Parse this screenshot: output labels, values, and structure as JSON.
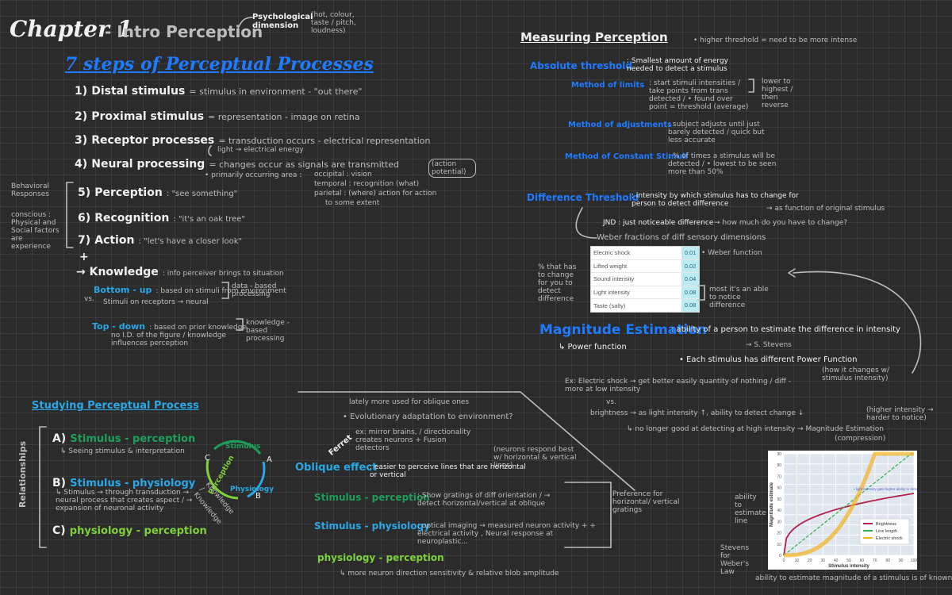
{
  "header": {
    "chapter": "Chapter 1",
    "dash_title": "- Intro Perception",
    "psych_note": "Psychological dimension",
    "psych_note2": "(hot, colour, taste / pitch, loudness)"
  },
  "seven_steps": {
    "title": "7 steps of Perceptual Processes",
    "steps": [
      {
        "num": "1)",
        "label": "Distal stimulus",
        "desc": "= stimulus in environment - \"out there\""
      },
      {
        "num": "2)",
        "label": "Proximal stimulus",
        "desc": "= representation - image on retina"
      },
      {
        "num": "3)",
        "label": "Receptor processes",
        "desc": "= transduction occurs - electrical representation"
      },
      {
        "num": "4)",
        "label": "Neural processing",
        "desc": "= changes occur as signals are transmitted"
      },
      {
        "num": "5)",
        "label": "Perception",
        "desc": ": \"see something\""
      },
      {
        "num": "6)",
        "label": "Recognition",
        "desc": ": \"it's an oak tree\""
      },
      {
        "num": "7)",
        "label": "Action",
        "desc": ": \"let's have a closer look\""
      }
    ],
    "receptor_note": "light → electrical energy",
    "neural_note": "• primarily occurring area :",
    "action_note": "(action potential)",
    "brain_notes": [
      "occipital : vision",
      "temporal : recognition (what)",
      "parietal : (where) action for action",
      "to some extent"
    ],
    "side_notes": [
      "Behavioral Responses",
      "conscious : Physical and Social factors are experience"
    ]
  },
  "knowledge": {
    "plus": "+",
    "label": "→ Knowledge",
    "desc": ": info perceiver brings to situation",
    "bottom_up": "Bottom - up",
    "bottom_up_desc": ": based on stimuli from environment",
    "bottom_up_note": "data - based processing",
    "bottom_up_sub": "Stimuli on receptors → neural",
    "top_down": "Top - down",
    "top_down_desc": ": based on prior knowledge",
    "top_down_note": "knowledge - based processing",
    "top_down_sub": "no I.D. of the figure / knowledge influences perception",
    "vs": "vs."
  },
  "measuring": {
    "title": "Measuring Perception",
    "top_note": "• higher threshold = need to be more intense",
    "absolute": "Absolute threshold",
    "absolute_desc": ": Smallest amount of energy needed to detect a stimulus",
    "limits": "Method of limits",
    "limits_desc": ": start stimuli intensities / take points from trans detected / • found over point = threshold (average)",
    "limits_note": "lower to highest / then reverse",
    "adjustment": "Method of adjustments",
    "adjustment_desc": ": subject adjusts until just barely detected / quick but less accurate",
    "constant": "Method of Constant Stimuli",
    "constant_desc": ": % of times a stimulus will be detected / • lowest to be seen more than 50%",
    "difference": "Difference Threshold",
    "difference_desc": ": intensity by which stimulus has to change for person to detect difference",
    "difference_note": "→ as function of original stimulus",
    "jnd": "JND : just noticeable difference",
    "jnd_note": "→ how much do you have to change?",
    "weber": "Weber fractions of diff sensory dimensions",
    "weber_note": "• Weber function",
    "weber_side": "% that has to change for you to detect difference",
    "weber_side2": "most it's an able to notice difference"
  },
  "weber_table": [
    {
      "label": "Electric shock",
      "value": "0.01"
    },
    {
      "label": "Lifted weight",
      "value": "0.02"
    },
    {
      "label": "Sound intensity",
      "value": "0.04"
    },
    {
      "label": "Light intensity",
      "value": "0.08"
    },
    {
      "label": "Taste (salty)",
      "value": "0.08"
    }
  ],
  "magnitude": {
    "title": "Magnitude Estimation",
    "desc": ": ability of a person to estimate the difference in intensity",
    "desc_note": "→ S. Stevens",
    "power": "↳ Power function",
    "each": "• Each stimulus has different Power Function",
    "each_note": "(how it changes w/ stimulus intensity)",
    "example": "Ex: Electric shock → get better easily quantity of nothing / diff - more at low intensity",
    "vs": "vs.",
    "brightness": "brightness → as light intensity ↑, ability to detect change ↓",
    "brightness_note": "(higher intensity → harder to notice)",
    "brightness2": "↳ no longer good at detecting at high intensity → Magnitude Estimation",
    "compression": "(compression)",
    "graph_side1": "ability to estimate line",
    "graph_side2": "Stevens for Weber's Law",
    "graph_bottom": "ability to estimate magnitude of a stimulus is of known"
  },
  "studying": {
    "title": "Studying Perceptual Process",
    "side_label": "Relationships",
    "items": [
      {
        "letter": "A)",
        "label": "Stimulus - perception",
        "desc": "↳ Seeing stimulus & interpretation"
      },
      {
        "letter": "B)",
        "label": "Stimulus - physiology",
        "desc": "↳ Stimulus → through transduction → neural process that creates aspect / → expansion of neuronal activity"
      },
      {
        "letter": "C)",
        "label": "physiology - perception",
        "desc": ""
      }
    ],
    "cycle_labels": [
      "Stimulus",
      "Perception",
      "Physiology",
      "Knowledge / Knowledge"
    ],
    "cycle_letters": [
      "A",
      "B",
      "C"
    ]
  },
  "oblique": {
    "title": "Oblique effect",
    "desc": ": easier to perceive lines that are horizontal or vertical",
    "note_top": "lately more used for oblique ones",
    "evolution": "• Evolutionary adaptation to environment?",
    "example": "ex: mirror brains, / directionality creates neurons + Fusion detectors",
    "fusion_note": "(neurons respond best w/ horizontal & vertical lines)",
    "s_perc": "Stimulus - perception",
    "s_perc_desc": ": Show gratings of diff orientation / → detect horizontal/vertical at oblique",
    "s_phys": "Stimulus - physiology",
    "s_phys_desc": ": optical imaging → measured neuron activity + + electrical activity , Neural response at neuroplastic...",
    "p_perc": "physiology - perception",
    "p_perc_desc": "↳ more neuron direction sensitivity & relative blob amplitude",
    "corner_note": "Preference for horizontal/ vertical gratings",
    "ferret": "Ferret"
  },
  "graph": {
    "xlabel": "Stimulus intensity",
    "ylabel": "Magnitude estimate",
    "legend": [
      "Brightness",
      "Line length",
      "Electric shock"
    ],
    "annotation": "• light intensity gets higher ability to detect change",
    "colors": {
      "brightness": "#b2224a",
      "line": "#2db34a",
      "shock": "#f2b01e"
    }
  }
}
